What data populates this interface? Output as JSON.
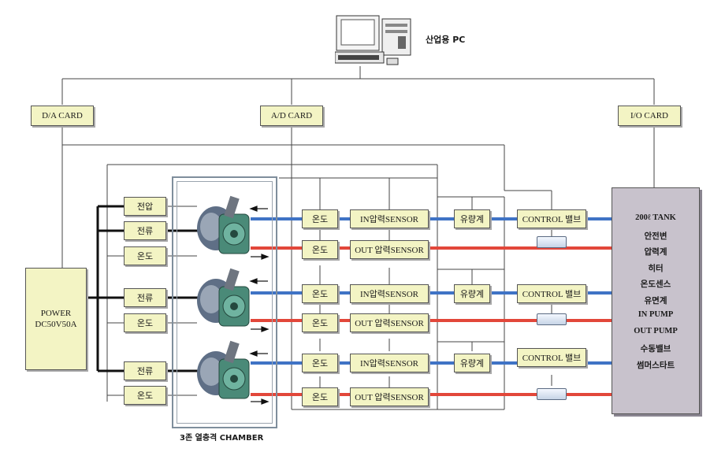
{
  "pc": {
    "label": "산업용 PC"
  },
  "cards": {
    "da": "D/A CARD",
    "ad": "A/D CARD",
    "io": "I/O CARD"
  },
  "power": {
    "line1": "POWER",
    "line2": "DC50V50A"
  },
  "inputs": {
    "voltage": "전압",
    "current": "전류",
    "temperature": "온도"
  },
  "chamber": {
    "label": "3존 열충격 CHAMBER"
  },
  "lines": {
    "temperature": "온도",
    "in_pressure": "IN압력SENSOR",
    "out_pressure": "OUT 압력SENSOR",
    "flowmeter": "유량계",
    "control_valve": "CONTROL 밸브"
  },
  "tank": {
    "items": [
      "200ℓ TANK",
      "안전변",
      "압력계",
      "히터",
      "온도센스",
      "유면계",
      "IN PUMP",
      "OUT PUMP",
      "수동밸브",
      "썸머스타트"
    ]
  },
  "colors": {
    "hot_pipe": "#e2473a",
    "cold_pipe": "#3f73c5",
    "box_fill": "#f3f4c4",
    "tank_fill": "#c8c2cc"
  }
}
